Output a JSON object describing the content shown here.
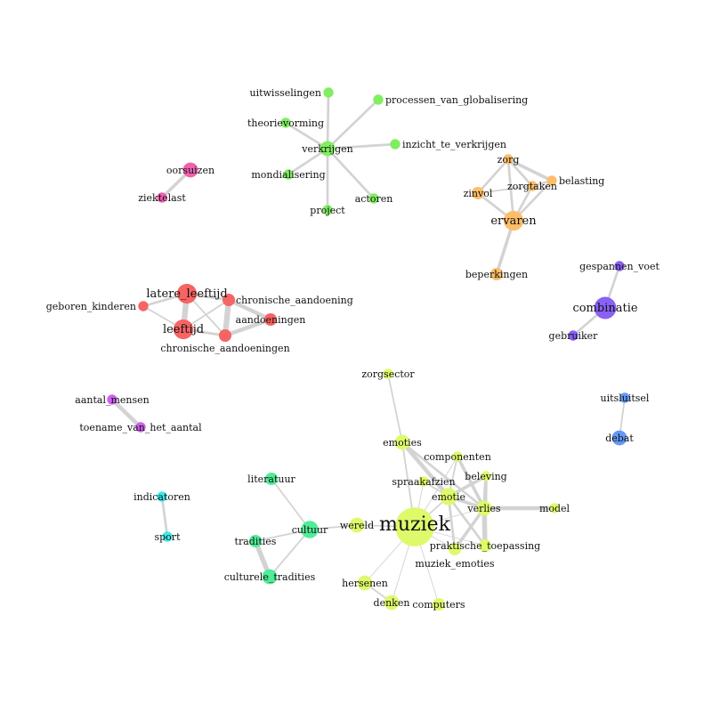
{
  "colors": {
    "edge": "#d3d3d3",
    "green": "#80ee60",
    "pink": "#f060b0",
    "orange": "#fdbd6a",
    "purple": "#8a60f6",
    "red": "#f66464",
    "magenta": "#d060f0",
    "blue": "#6498f6",
    "cyan": "#40e8e8",
    "teal": "#50ec98",
    "yellow": "#ddfa6a"
  },
  "nodes": [
    {
      "id": "verkrijgen",
      "c": "green",
      "s": 2
    },
    {
      "id": "uitwisselingen",
      "c": "green",
      "s": 1
    },
    {
      "id": "processen_van_globalisering",
      "c": "green",
      "s": 1
    },
    {
      "id": "theorievorming",
      "c": "green",
      "s": 1
    },
    {
      "id": "inzicht_te_verkrijgen",
      "c": "green",
      "s": 1
    },
    {
      "id": "mondialisering",
      "c": "green",
      "s": 1
    },
    {
      "id": "project",
      "c": "green",
      "s": 1
    },
    {
      "id": "actoren",
      "c": "green",
      "s": 1
    },
    {
      "id": "oorsuizen",
      "c": "pink",
      "s": 2
    },
    {
      "id": "ziektelast",
      "c": "pink",
      "s": 1
    },
    {
      "id": "zorg",
      "c": "orange",
      "s": 1
    },
    {
      "id": "zorgtaken",
      "c": "orange",
      "s": 1
    },
    {
      "id": "belasting",
      "c": "orange",
      "s": 1
    },
    {
      "id": "zinvol",
      "c": "orange",
      "s": 1.5
    },
    {
      "id": "ervaren",
      "c": "orange",
      "s": 3
    },
    {
      "id": "beperkingen",
      "c": "orange",
      "s": 1.5
    },
    {
      "id": "combinatie",
      "c": "purple",
      "s": 3.5
    },
    {
      "id": "gespannen_voet",
      "c": "purple",
      "s": 1
    },
    {
      "id": "gebruiker",
      "c": "purple",
      "s": 1
    },
    {
      "id": "latere_leeftijd",
      "c": "red",
      "s": 3
    },
    {
      "id": "chronische_aandoening",
      "c": "red",
      "s": 1.5
    },
    {
      "id": "geboren_kinderen",
      "c": "red",
      "s": 1
    },
    {
      "id": "aandoeningen",
      "c": "red",
      "s": 1.5
    },
    {
      "id": "leeftijd",
      "c": "red",
      "s": 3
    },
    {
      "id": "chronische_aandoeningen",
      "c": "red",
      "s": 1.5
    },
    {
      "id": "aantal_mensen",
      "c": "magenta",
      "s": 1
    },
    {
      "id": "toename_van_het_aantal",
      "c": "magenta",
      "s": 1
    },
    {
      "id": "uitsluitsel",
      "c": "blue",
      "s": 1
    },
    {
      "id": "debat",
      "c": "blue",
      "s": 2
    },
    {
      "id": "indicatoren",
      "c": "cyan",
      "s": 1
    },
    {
      "id": "sport",
      "c": "cyan",
      "s": 1
    },
    {
      "id": "cultuur",
      "c": "teal",
      "s": 2.5
    },
    {
      "id": "literatuur",
      "c": "teal",
      "s": 1.5
    },
    {
      "id": "tradities",
      "c": "teal",
      "s": 1.5
    },
    {
      "id": "culturele_tradities",
      "c": "teal",
      "s": 2
    },
    {
      "id": "wereld",
      "c": "yellow",
      "s": 2
    },
    {
      "id": "muziek",
      "c": "yellow",
      "s": 7
    },
    {
      "id": "zorgsector",
      "c": "yellow",
      "s": 1
    },
    {
      "id": "emoties",
      "c": "yellow",
      "s": 2
    },
    {
      "id": "componenten",
      "c": "yellow",
      "s": 1
    },
    {
      "id": "spraakafzien",
      "c": "yellow",
      "s": 1
    },
    {
      "id": "beleving",
      "c": "yellow",
      "s": 1
    },
    {
      "id": "emotie",
      "c": "yellow",
      "s": 2.5
    },
    {
      "id": "verlies",
      "c": "yellow",
      "s": 2
    },
    {
      "id": "model",
      "c": "yellow",
      "s": 1
    },
    {
      "id": "praktische_toepassing",
      "c": "yellow",
      "s": 1.5
    },
    {
      "id": "muziek_emoties",
      "c": "yellow",
      "s": 1.5
    },
    {
      "id": "hersenen",
      "c": "yellow",
      "s": 2
    },
    {
      "id": "denken",
      "c": "yellow",
      "s": 2
    },
    {
      "id": "computers",
      "c": "yellow",
      "s": 1.5
    }
  ],
  "edges": [
    [
      "verkrijgen",
      "uitwisselingen",
      3
    ],
    [
      "verkrijgen",
      "processen_van_globalisering",
      3
    ],
    [
      "verkrijgen",
      "theorievorming",
      3
    ],
    [
      "verkrijgen",
      "inzicht_te_verkrijgen",
      3
    ],
    [
      "verkrijgen",
      "mondialisering",
      3
    ],
    [
      "verkrijgen",
      "project",
      3
    ],
    [
      "verkrijgen",
      "actoren",
      3
    ],
    [
      "oorsuizen",
      "ziektelast",
      4
    ],
    [
      "zorg",
      "zinvol",
      3
    ],
    [
      "zorg",
      "zorgtaken",
      3
    ],
    [
      "zorg",
      "belasting",
      4
    ],
    [
      "zorg",
      "ervaren",
      3
    ],
    [
      "zinvol",
      "ervaren",
      3
    ],
    [
      "zorgtaken",
      "ervaren",
      3
    ],
    [
      "belasting",
      "ervaren",
      3
    ],
    [
      "zinvol",
      "zorgtaken",
      2
    ],
    [
      "zorgtaken",
      "belasting",
      3
    ],
    [
      "ervaren",
      "beperkingen",
      4
    ],
    [
      "combinatie",
      "gespannen_voet",
      3
    ],
    [
      "combinatie",
      "gebruiker",
      3
    ],
    [
      "latere_leeftijd",
      "leeftijd",
      7
    ],
    [
      "latere_leeftijd",
      "geboren_kinderen",
      3
    ],
    [
      "latere_leeftijd",
      "chronische_aandoening",
      3
    ],
    [
      "latere_leeftijd",
      "chronische_aandoeningen",
      2
    ],
    [
      "leeftijd",
      "chronische_aandoening",
      2
    ],
    [
      "leeftijd",
      "geboren_kinderen",
      2
    ],
    [
      "leeftijd",
      "chronische_aandoeningen",
      3
    ],
    [
      "chronische_aandoening",
      "chronische_aandoeningen",
      7
    ],
    [
      "chronische_aandoening",
      "aandoeningen",
      5
    ],
    [
      "aandoeningen",
      "chronische_aandoeningen",
      5
    ],
    [
      "aantal_mensen",
      "toename_van_het_aantal",
      5
    ],
    [
      "uitsluitsel",
      "debat",
      2
    ],
    [
      "indicatoren",
      "sport",
      3
    ],
    [
      "cultuur",
      "literatuur",
      2
    ],
    [
      "cultuur",
      "tradities",
      2
    ],
    [
      "cultuur",
      "culturele_tradities",
      2
    ],
    [
      "tradities",
      "culturele_tradities",
      6
    ],
    [
      "cultuur",
      "wereld",
      2
    ],
    [
      "wereld",
      "muziek",
      2
    ],
    [
      "zorgsector",
      "emoties",
      2
    ],
    [
      "emoties",
      "muziek",
      2
    ],
    [
      "emoties",
      "emotie",
      5
    ],
    [
      "emoties",
      "verlies",
      3
    ],
    [
      "componenten",
      "emotie",
      2
    ],
    [
      "componenten",
      "verlies",
      4
    ],
    [
      "componenten",
      "muziek",
      1
    ],
    [
      "spraakafzien",
      "muziek",
      1
    ],
    [
      "spraakafzien",
      "emotie",
      2
    ],
    [
      "beleving",
      "emotie",
      4
    ],
    [
      "beleving",
      "verlies",
      4
    ],
    [
      "beleving",
      "praktische_toepassing",
      4
    ],
    [
      "emotie",
      "muziek",
      2
    ],
    [
      "emotie",
      "verlies",
      4
    ],
    [
      "emotie",
      "muziek_emoties",
      3
    ],
    [
      "emotie",
      "praktische_toepassing",
      3
    ],
    [
      "verlies",
      "model",
      5
    ],
    [
      "verlies",
      "muziek_emoties",
      4
    ],
    [
      "verlies",
      "praktische_toepassing",
      6
    ],
    [
      "verlies",
      "muziek",
      1
    ],
    [
      "muziek",
      "praktische_toepassing",
      1
    ],
    [
      "muziek",
      "muziek_emoties",
      1
    ],
    [
      "muziek",
      "hersenen",
      1
    ],
    [
      "muziek",
      "denken",
      1
    ],
    [
      "muziek",
      "computers",
      1
    ],
    [
      "hersenen",
      "denken",
      2
    ]
  ]
}
